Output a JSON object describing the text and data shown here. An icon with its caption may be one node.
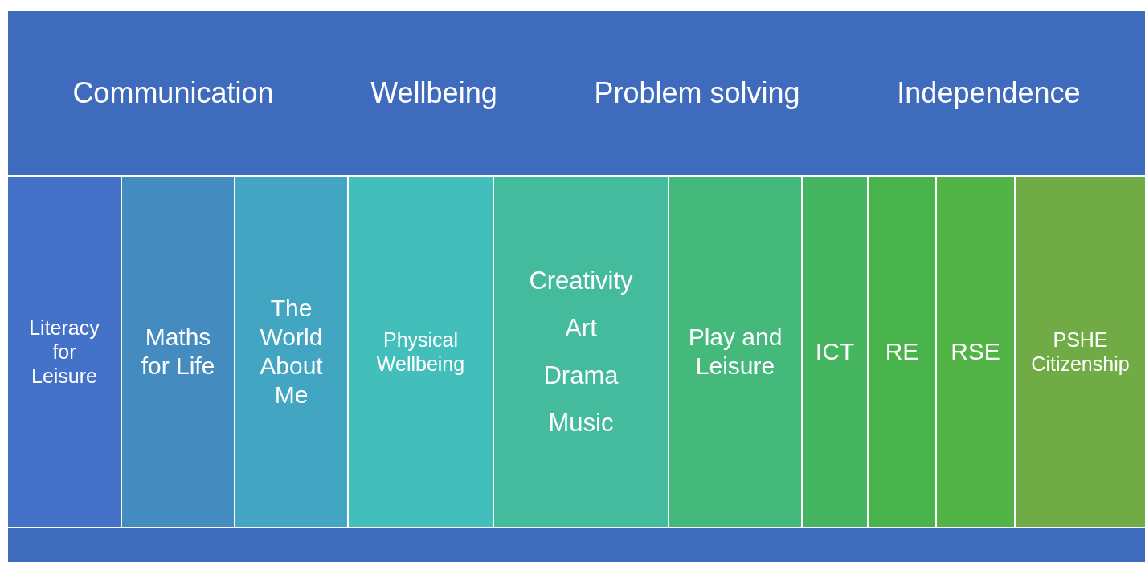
{
  "diagram": {
    "nodes": [
      {
        "text": [
          "Communication",
          "Wellbeing",
          "Problem solving",
          "Independence"
        ]
      },
      {
        "text": [
          "Literacy for Leisure"
        ]
      },
      {
        "text": [
          "Maths for Life"
        ]
      },
      {
        "text": [
          "The World About Me"
        ]
      },
      {
        "text": [
          "Physical Wellbeing"
        ]
      },
      {
        "text": [
          "Creativity",
          "Art",
          "Drama",
          "Music"
        ]
      },
      {
        "text": [
          "Play and Leisure"
        ]
      },
      {
        "text": [
          "ICT"
        ]
      },
      {
        "text": [
          "RE"
        ]
      },
      {
        "text": [
          "RSE"
        ]
      },
      {
        "text": [
          "PSHE Citizenship"
        ]
      },
      {
        "text": [],
        "shape": "bar"
      }
    ]
  }
}
